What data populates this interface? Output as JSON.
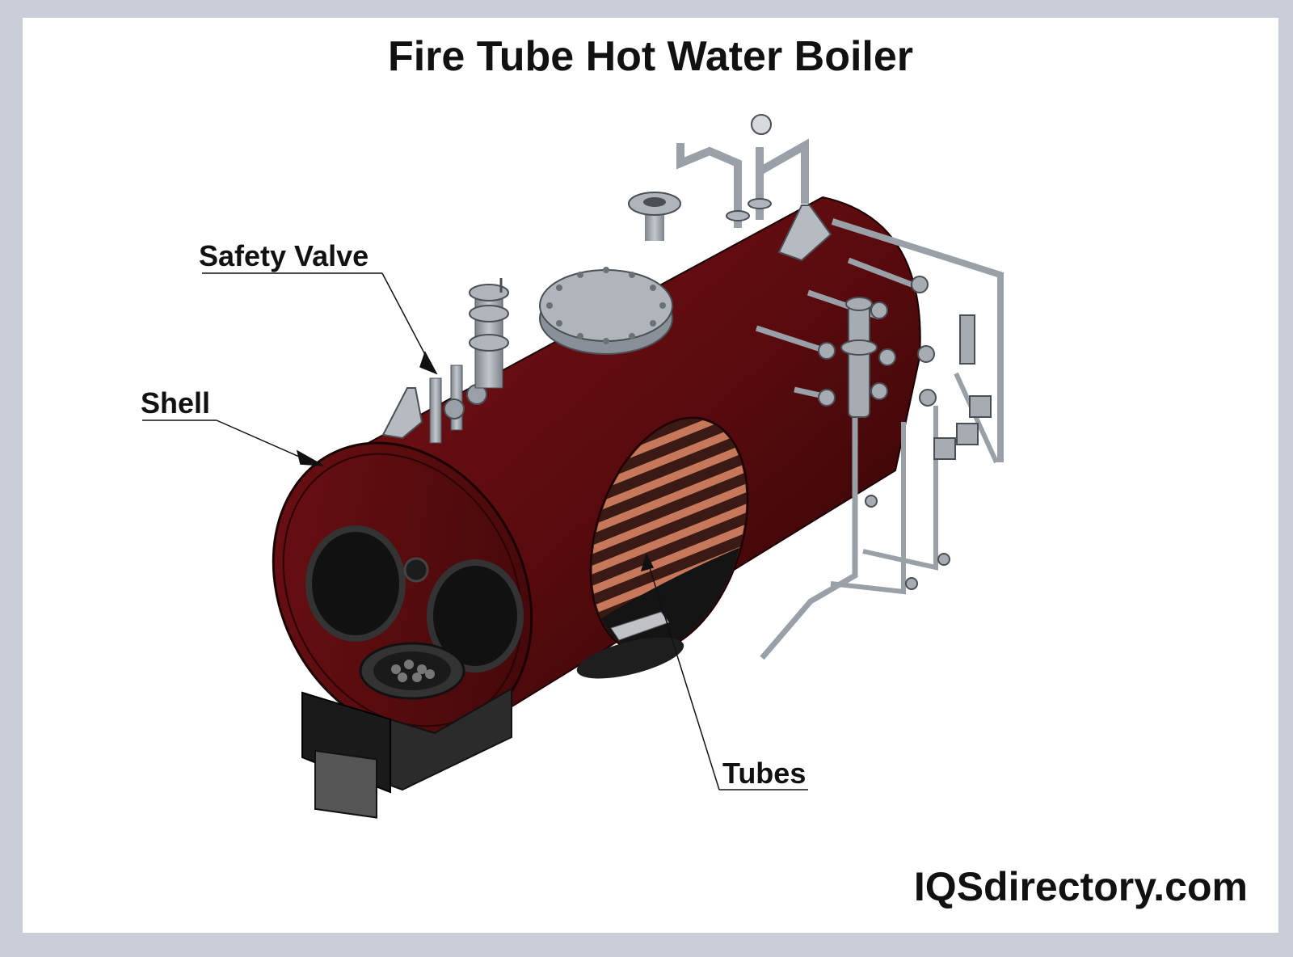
{
  "title": "Fire Tube Hot Water Boiler",
  "labels": {
    "safety_valve": "Safety Valve",
    "shell": "Shell",
    "tubes": "Tubes"
  },
  "brand": "IQSdirectory.com",
  "colors": {
    "frame": "#c9ced9",
    "shell": "#6b0f12",
    "shell_dark": "#3a0708",
    "tubes": "#b5674a",
    "metal": "#9aa0a8",
    "burner": "#2b2b2b"
  },
  "icons": [
    "boiler-illustration",
    "safety-valve-icon",
    "pressure-gauge-icon",
    "manhole-flange-icon",
    "burner-housing-icon"
  ]
}
